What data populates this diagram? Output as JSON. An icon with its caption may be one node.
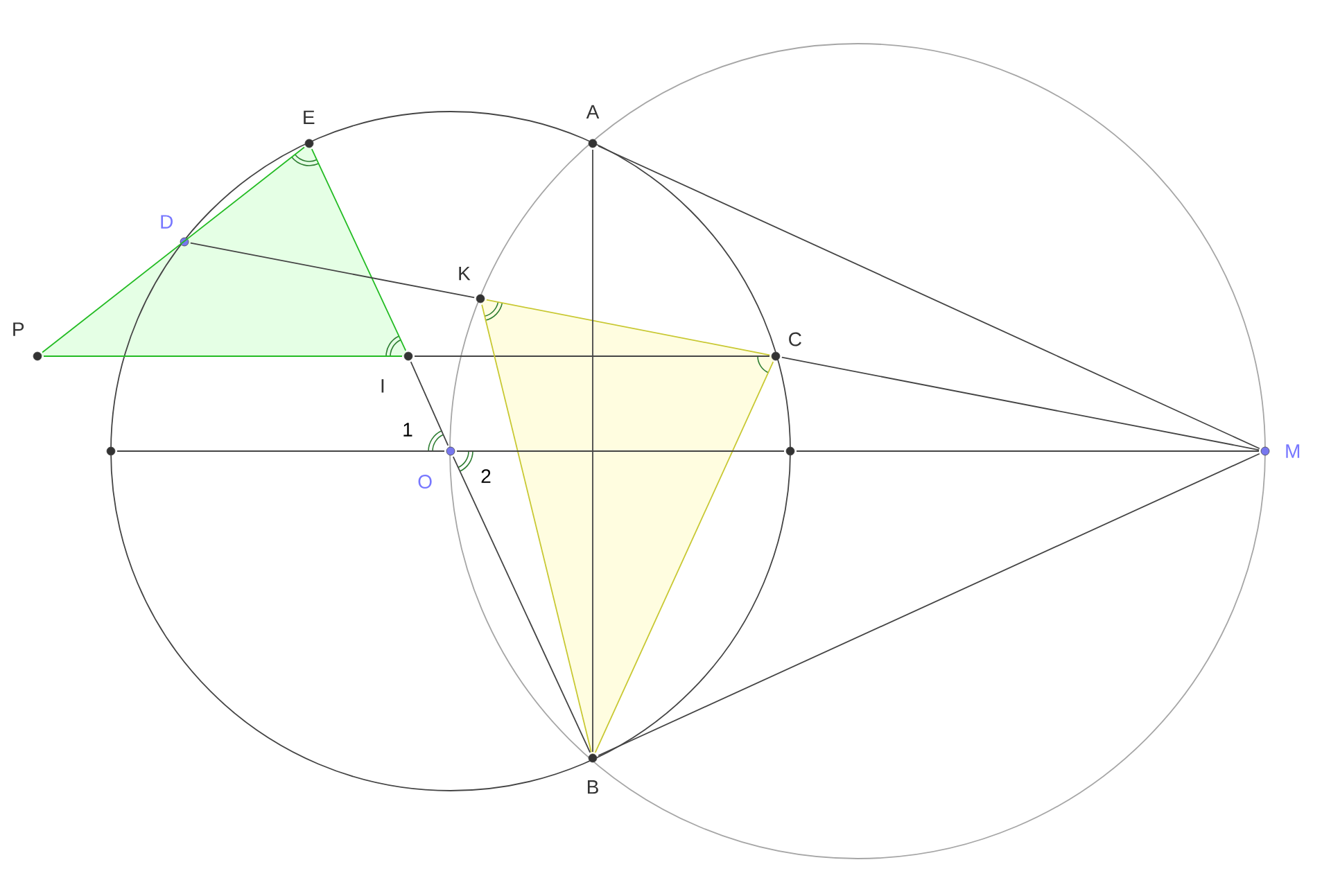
{
  "diagram": {
    "nodes": [
      {
        "text": [
          "E"
        ]
      },
      {
        "text": [
          "A"
        ]
      },
      {
        "text": [
          "D"
        ]
      },
      {
        "text": [
          "K"
        ]
      },
      {
        "text": [
          "P"
        ]
      },
      {
        "text": [
          "C"
        ]
      },
      {
        "text": [
          "I"
        ]
      },
      {
        "text": [],
        "shape": "circle"
      },
      {
        "text": [
          "O"
        ]
      },
      {
        "text": [],
        "shape": "circle"
      },
      {
        "text": [
          "M"
        ]
      },
      {
        "text": [
          "B"
        ]
      }
    ],
    "edges": [
      {
        "from": 4,
        "to": 0,
        "arrow": "none",
        "color": "#22bb22"
      },
      {
        "from": 0,
        "to": 6,
        "arrow": "none",
        "color": "#22bb22"
      },
      {
        "from": 4,
        "to": 6,
        "arrow": "none",
        "color": "#22bb22"
      },
      {
        "from": 2,
        "to": 3,
        "arrow": "none"
      },
      {
        "from": 3,
        "to": 5,
        "arrow": "none",
        "color": "#c8c832"
      },
      {
        "from": 5,
        "to": 10,
        "arrow": "none"
      },
      {
        "from": 6,
        "to": 5,
        "arrow": "none"
      },
      {
        "from": 3,
        "to": 11,
        "arrow": "none",
        "color": "#c8c832"
      },
      {
        "from": 5,
        "to": 11,
        "arrow": "none",
        "color": "#c8c832"
      },
      {
        "from": 1,
        "to": 11,
        "arrow": "none"
      },
      {
        "from": 1,
        "to": 10,
        "arrow": "none"
      },
      {
        "from": 11,
        "to": 10,
        "arrow": "none"
      },
      {
        "from": 7,
        "to": 8,
        "arrow": "none"
      },
      {
        "from": 8,
        "to": 9,
        "arrow": "none"
      },
      {
        "from": 9,
        "to": 10,
        "arrow": "none"
      },
      {
        "from": 6,
        "to": 8,
        "arrow": "none"
      },
      {
        "from": 8,
        "to": 11,
        "arrow": "none"
      }
    ],
    "labels": [
      "1",
      "2"
    ]
  }
}
